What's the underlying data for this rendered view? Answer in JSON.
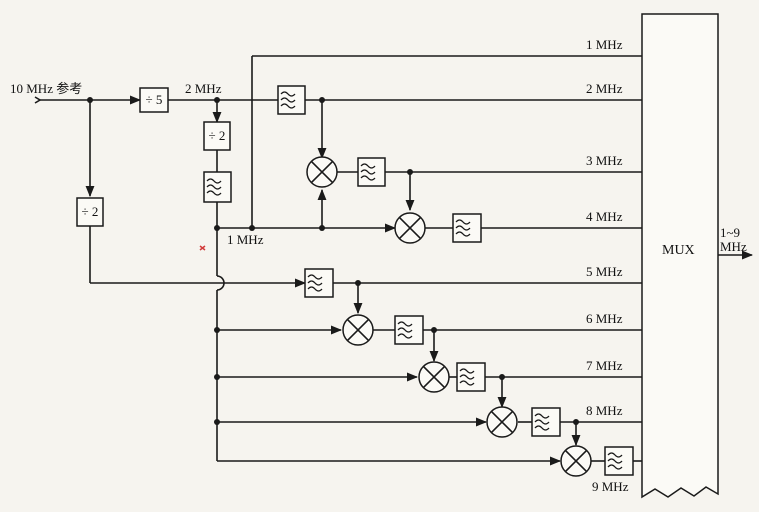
{
  "input_label": "10 MHz 参考",
  "dividers": {
    "div5": "÷ 5",
    "div2_upper": "÷ 2",
    "div2_left": "÷ 2"
  },
  "node_labels": {
    "mhz2": "2 MHz",
    "mhz1": "1 MHz"
  },
  "mux": {
    "label": "MUX",
    "output_line1": "1~9",
    "output_line2": "MHz"
  },
  "outputs": [
    "1 MHz",
    "2 MHz",
    "3 MHz",
    "4 MHz",
    "5 MHz",
    "6 MHz",
    "7 MHz",
    "8 MHz",
    "9 MHz"
  ],
  "colors": {
    "ink": "#1a1a1a",
    "paper": "#f6f4ef",
    "mark": "#d23b3b"
  }
}
